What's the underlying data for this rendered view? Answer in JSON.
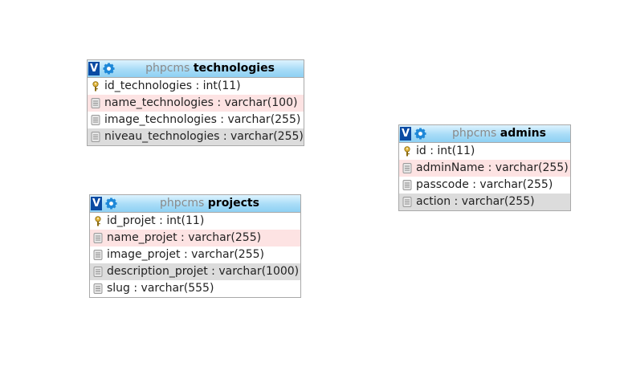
{
  "tables": [
    {
      "db": "phpcms",
      "name": "technologies",
      "columns": [
        {
          "label": "id_technologies : int(11)",
          "key": true
        },
        {
          "label": "name_technologies : varchar(100)",
          "key": false
        },
        {
          "label": "image_technologies : varchar(255)",
          "key": false
        },
        {
          "label": "niveau_technologies : varchar(255)",
          "key": false
        }
      ]
    },
    {
      "db": "phpcms",
      "name": "projects",
      "columns": [
        {
          "label": "id_projet : int(11)",
          "key": true
        },
        {
          "label": "name_projet : varchar(255)",
          "key": false
        },
        {
          "label": "image_projet : varchar(255)",
          "key": false
        },
        {
          "label": "description_projet : varchar(1000)",
          "key": false
        },
        {
          "label": "slug : varchar(555)",
          "key": false
        }
      ]
    },
    {
      "db": "phpcms",
      "name": "admins",
      "columns": [
        {
          "label": "id : int(11)",
          "key": true
        },
        {
          "label": "adminName : varchar(255)",
          "key": false
        },
        {
          "label": "passcode : varchar(255)",
          "key": false
        },
        {
          "label": "action : varchar(255)",
          "key": false
        }
      ]
    }
  ],
  "header": {
    "toggle_label": "V"
  },
  "colors": {
    "header_top": "#ddf3ff",
    "header_bottom": "#8ed0f3",
    "highlight_row": "#fde3e3",
    "hover_row": "#dcdcdc",
    "toggle_bg": "#0a4ba3"
  }
}
